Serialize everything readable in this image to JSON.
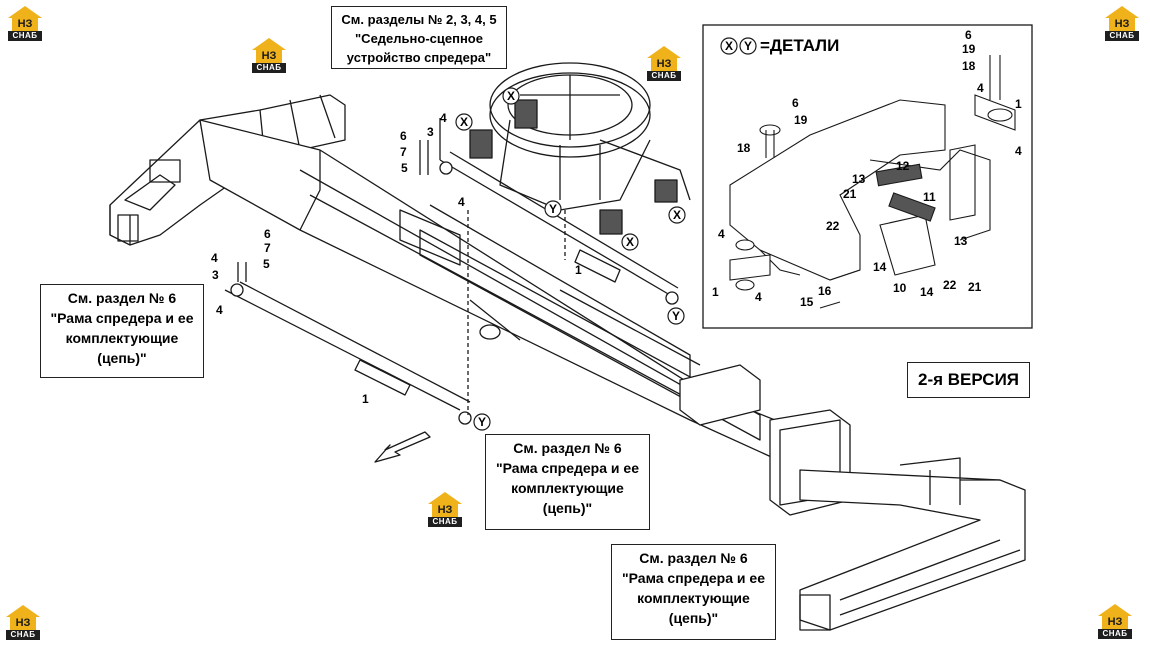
{
  "brand": {
    "logo_top": "НЗ",
    "logo_bottom": "СНАБ"
  },
  "callouts": {
    "seats": [
      "См. разделы № 2, 3, 4, 5",
      "\"Седельно-сцепное",
      "устройство спредера\""
    ],
    "left": [
      "См. раздел № 6",
      "\"Рама спредера и ее",
      "комплектующие",
      "(цепь)\""
    ],
    "center": [
      "См. раздел № 6",
      "\"Рама спредера и ее",
      "комплектующие",
      "(цепь)\""
    ],
    "bottom": [
      "См. раздел № 6",
      "\"Рама спредера и ее",
      "комплектующие",
      "(цепь)\""
    ]
  },
  "detail": {
    "title": "=ДЕТАЛИ",
    "marker_x": "X",
    "marker_y": "Y"
  },
  "version_label": "2-я ВЕРСИЯ",
  "part_numbers": {
    "main": [
      "1",
      "1",
      "3",
      "3",
      "4",
      "4",
      "4",
      "4",
      "5",
      "5",
      "6",
      "6",
      "7",
      "7"
    ],
    "detail": [
      "1",
      "1",
      "4",
      "4",
      "4",
      "4",
      "6",
      "6",
      "10",
      "11",
      "12",
      "13",
      "13",
      "14",
      "14",
      "15",
      "16",
      "18",
      "18",
      "19",
      "19",
      "21",
      "21",
      "22",
      "22"
    ]
  }
}
